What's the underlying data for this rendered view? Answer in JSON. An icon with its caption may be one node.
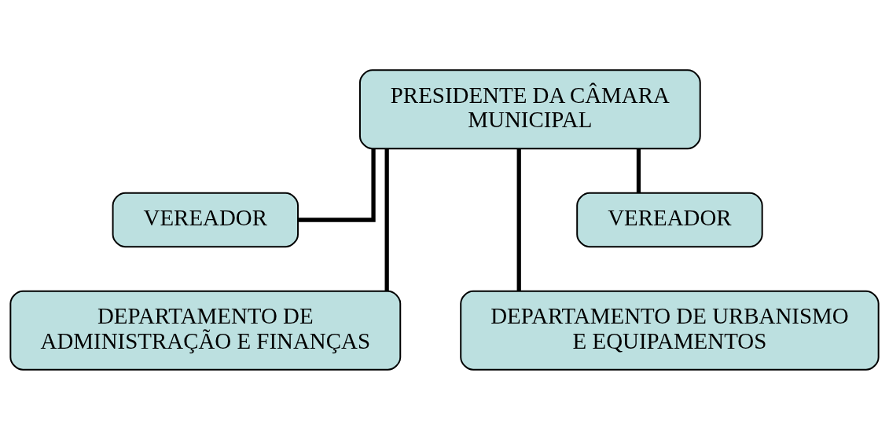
{
  "diagram": {
    "nodes": [
      {
        "text": [
          "PRESIDENTE DA CÂMARA MUNICIPAL"
        ]
      },
      {
        "text": [
          "VEREADOR"
        ]
      },
      {
        "text": [
          "VEREADOR"
        ]
      },
      {
        "text": [
          "DEPARTAMENTO DE ADMINISTRAÇÃO E FINANÇAS"
        ]
      },
      {
        "text": [
          "DEPARTAMENTO DE URBANISMO E EQUIPAMENTOS"
        ]
      }
    ],
    "edges": [
      {
        "from": 0,
        "to": 1,
        "arrow": "none"
      },
      {
        "from": 0,
        "to": 2,
        "arrow": "none"
      },
      {
        "from": 0,
        "to": 3,
        "arrow": "none"
      },
      {
        "from": 0,
        "to": 4,
        "arrow": "none"
      }
    ]
  }
}
